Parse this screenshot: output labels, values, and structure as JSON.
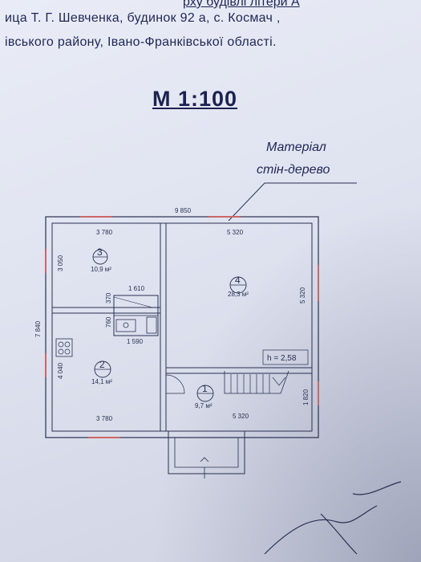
{
  "header": {
    "line0": "рху будівлі літери А",
    "line1": "ица Т. Г. Шевченка, будинок 92 а,  с. Космач ,",
    "line2": "івського району, Івано-Франківської області."
  },
  "scale": "М 1:100",
  "material": {
    "line1": "Матеріал",
    "line2": "стін-дерево"
  },
  "dimensions": {
    "total_width": "9 850",
    "room3_width": "3 780",
    "room4_width": "5 320",
    "room3_height": "3 050",
    "total_height": "7 840",
    "room4_height": "5 320",
    "d1610": "1 610",
    "d370": "370",
    "d760": "760",
    "d1590": "1 590",
    "room2_height": "4 040",
    "room2_width": "3 780",
    "room1_width": "5 320",
    "room1_height": "1 820"
  },
  "rooms": [
    {
      "number": "3",
      "area": "10,9 м²"
    },
    {
      "number": "4",
      "area": "28,3 м²"
    },
    {
      "number": "2",
      "area": "14,1 м²"
    },
    {
      "number": "1",
      "area": "9,7 м²"
    }
  ],
  "ceiling_height": "h = 2,58"
}
